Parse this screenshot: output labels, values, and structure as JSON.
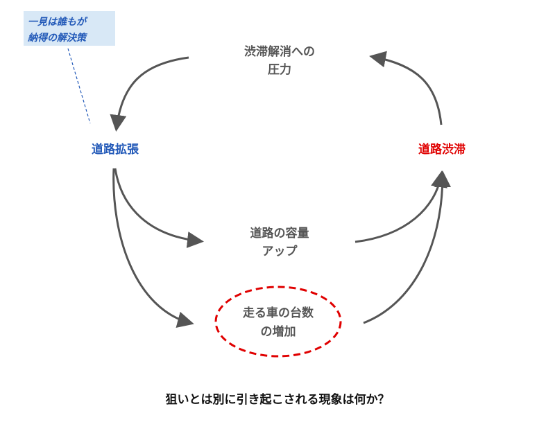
{
  "colors": {
    "arrow": "#555555",
    "neutral_text": "#555555",
    "widening_text": "#2259b8",
    "congestion_text": "#e00000",
    "callout_bg": "#d8e8f6",
    "dashed_ellipse": "#e00000"
  },
  "nodes": {
    "pressure": {
      "line1": "渋滞解消への",
      "line2": "圧力"
    },
    "road_widening": {
      "label": "道路拡張"
    },
    "road_congestion": {
      "label": "道路渋滞"
    },
    "capacity": {
      "line1": "道路の容量",
      "line2": "アップ"
    },
    "traffic_increase": {
      "line1": "走る車の台数",
      "line2": "の増加"
    }
  },
  "callout": {
    "line1": "一見は誰もが",
    "line2": "納得の解決策"
  },
  "question": "狙いとは別に引き起こされる現象は何か？"
}
